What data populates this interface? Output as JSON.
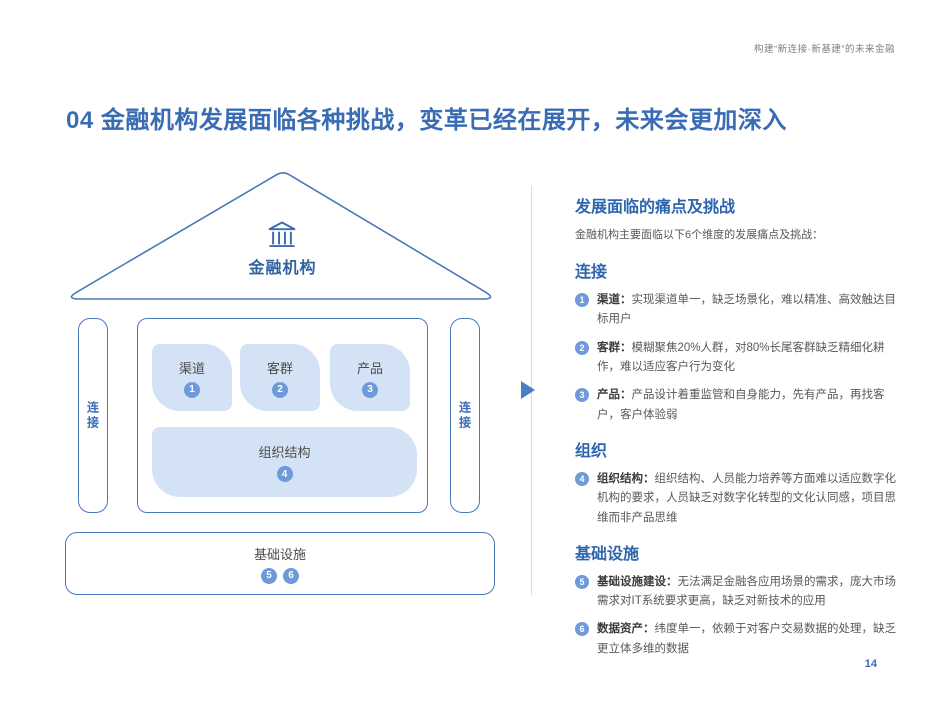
{
  "page": {
    "header_note": "构建“新连接·新基建”的未来金融",
    "title": "04 金融机构发展面临各种挑战，变革已经在展开，未来会更加深入",
    "page_number": "14"
  },
  "diagram": {
    "house_label": "金融机构",
    "bank_icon": "bank-building-icon",
    "left_pillar": "连接",
    "right_pillar": "连接",
    "rooms": [
      {
        "label": "渠道",
        "num": "1"
      },
      {
        "label": "客群",
        "num": "2"
      },
      {
        "label": "产品",
        "num": "3"
      }
    ],
    "org_room": {
      "label": "组织结构",
      "num": "4"
    },
    "foundation": {
      "label": "基础设施",
      "nums": [
        "5",
        "6"
      ]
    }
  },
  "panel": {
    "heading": "发展面临的痛点及挑战",
    "subheading": "金融机构主要面临以下6个维度的发展痛点及挑战：",
    "sections": [
      {
        "title": "连接",
        "items": [
          {
            "num": "1",
            "lead": "渠道：",
            "text": "实现渠道单一，缺乏场景化，难以精准、高效触达目标用户"
          },
          {
            "num": "2",
            "lead": "客群：",
            "text": "模糊聚焦20%人群，对80%长尾客群缺乏精细化耕作，难以适应客户行为变化"
          },
          {
            "num": "3",
            "lead": "产品：",
            "text": "产品设计着重监管和自身能力，先有产品，再找客户，客户体验弱"
          }
        ]
      },
      {
        "title": "组织",
        "items": [
          {
            "num": "4",
            "lead": "组织结构：",
            "text": "组织结构、人员能力培养等方面难以适应数字化机构的要求，人员缺乏对数字化转型的文化认同感，项目思维而非产品思维"
          }
        ]
      },
      {
        "title": "基础设施",
        "items": [
          {
            "num": "5",
            "lead": "基础设施建设：",
            "text": "无法满足金融各应用场景的需求，庞大市场需求对IT系统要求更高，缺乏对新技术的应用"
          },
          {
            "num": "6",
            "lead": "数据资产：",
            "text": "纬度单一，依赖于对客户交易数据的处理，缺乏更立体多维的数据"
          }
        ]
      }
    ]
  },
  "colors": {
    "accent_blue": "#3a6cb5",
    "outline_blue": "#4a79b8",
    "light_fill": "#d3e2f5",
    "badge_blue": "#6e9ad9",
    "body_gray": "#595959",
    "divider_gray": "#dcdcdc"
  }
}
